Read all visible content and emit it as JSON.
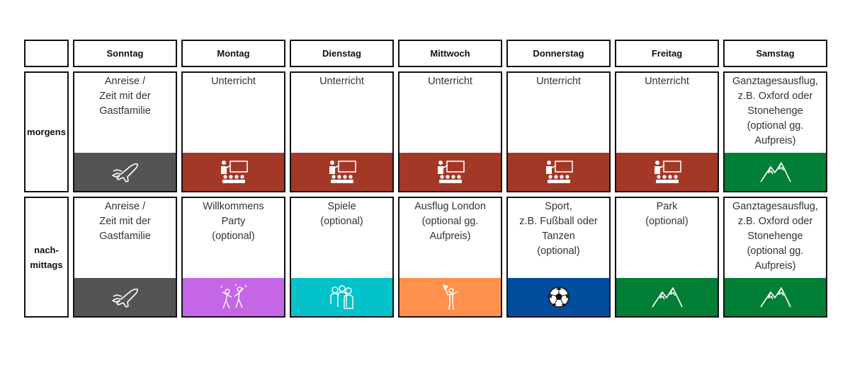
{
  "days": [
    "Sonntag",
    "Montag",
    "Dienstag",
    "Mittwoch",
    "Donnerstag",
    "Freitag",
    "Samstag"
  ],
  "rows": [
    {
      "label": "morgens",
      "cells": [
        {
          "text": "Anreise /\nZeit mit der\nGastfamilie",
          "icon": "airplane-icon",
          "color": "#545454"
        },
        {
          "text": "Unterricht",
          "icon": "classroom-icon",
          "color": "#a33826"
        },
        {
          "text": "Unterricht",
          "icon": "classroom-icon",
          "color": "#a33826"
        },
        {
          "text": "Unterricht",
          "icon": "classroom-icon",
          "color": "#a33826"
        },
        {
          "text": "Unterricht",
          "icon": "classroom-icon",
          "color": "#a33826"
        },
        {
          "text": "Unterricht",
          "icon": "classroom-icon",
          "color": "#a33826"
        },
        {
          "text": "Ganztagesausflug,\nz.B. Oxford oder\nStonehenge\n(optional gg.\nAufpreis)",
          "icon": "mountain-icon",
          "color": "#027f36"
        }
      ]
    },
    {
      "label": "nach-\nmittags",
      "cells": [
        {
          "text": "Anreise /\nZeit mit der\nGastfamilie",
          "icon": "airplane-icon",
          "color": "#545454"
        },
        {
          "text": "Willkommens\nParty\n(optional)",
          "icon": "party-icon",
          "color": "#c466e6"
        },
        {
          "text": "Spiele\n(optional)",
          "icon": "group-icon",
          "color": "#03c2c9"
        },
        {
          "text": "Ausflug London\n(optional gg.\nAufpreis)",
          "icon": "guide-icon",
          "color": "#ff914d"
        },
        {
          "text": "Sport,\nz.B. Fußball oder\nTanzen\n(optional)",
          "icon": "soccer-ball-icon",
          "color": "#024d9e"
        },
        {
          "text": "Park\n(optional)",
          "icon": "mountain-icon",
          "color": "#027f36"
        },
        {
          "text": "Ganztagesausflug,\nz.B. Oxford oder\nStonehenge\n(optional gg.\nAufpreis)",
          "icon": "mountain-icon",
          "color": "#027f36"
        }
      ]
    }
  ]
}
